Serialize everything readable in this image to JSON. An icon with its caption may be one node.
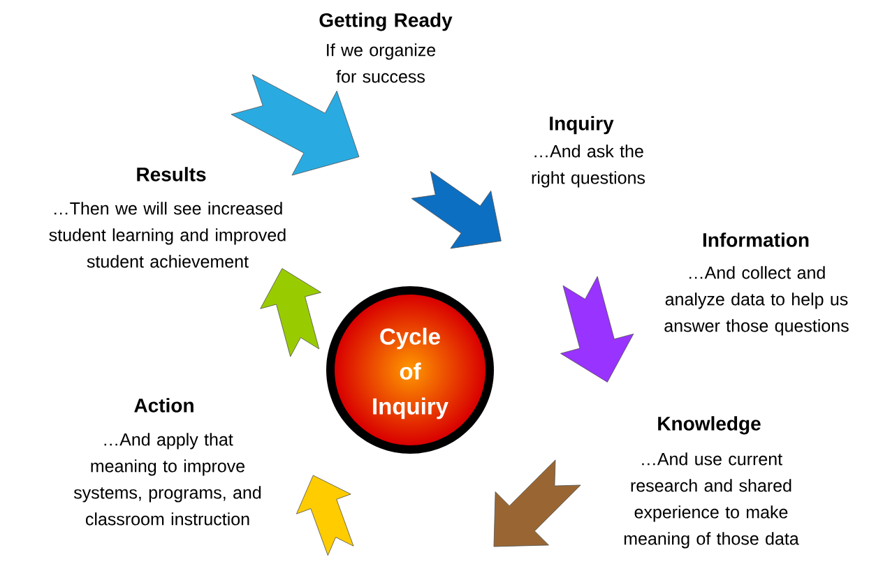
{
  "diagram": {
    "nodes": [
      {
        "text": [
          "Cycle of Inquiry"
        ]
      }
    ],
    "labels": [
      "Getting Ready",
      "If we organize for success",
      "Inquiry",
      "…And ask the right questions",
      "Results",
      "…Then we will see increased student learning and improved student achievement",
      "Information",
      "…And collect and analyze data to help us answer those questions",
      "Action",
      "…And apply that meaning to improve systems, programs, and classroom instruction",
      "Knowledge",
      "…And use current research and shared experience to make meaning of those data"
    ]
  }
}
